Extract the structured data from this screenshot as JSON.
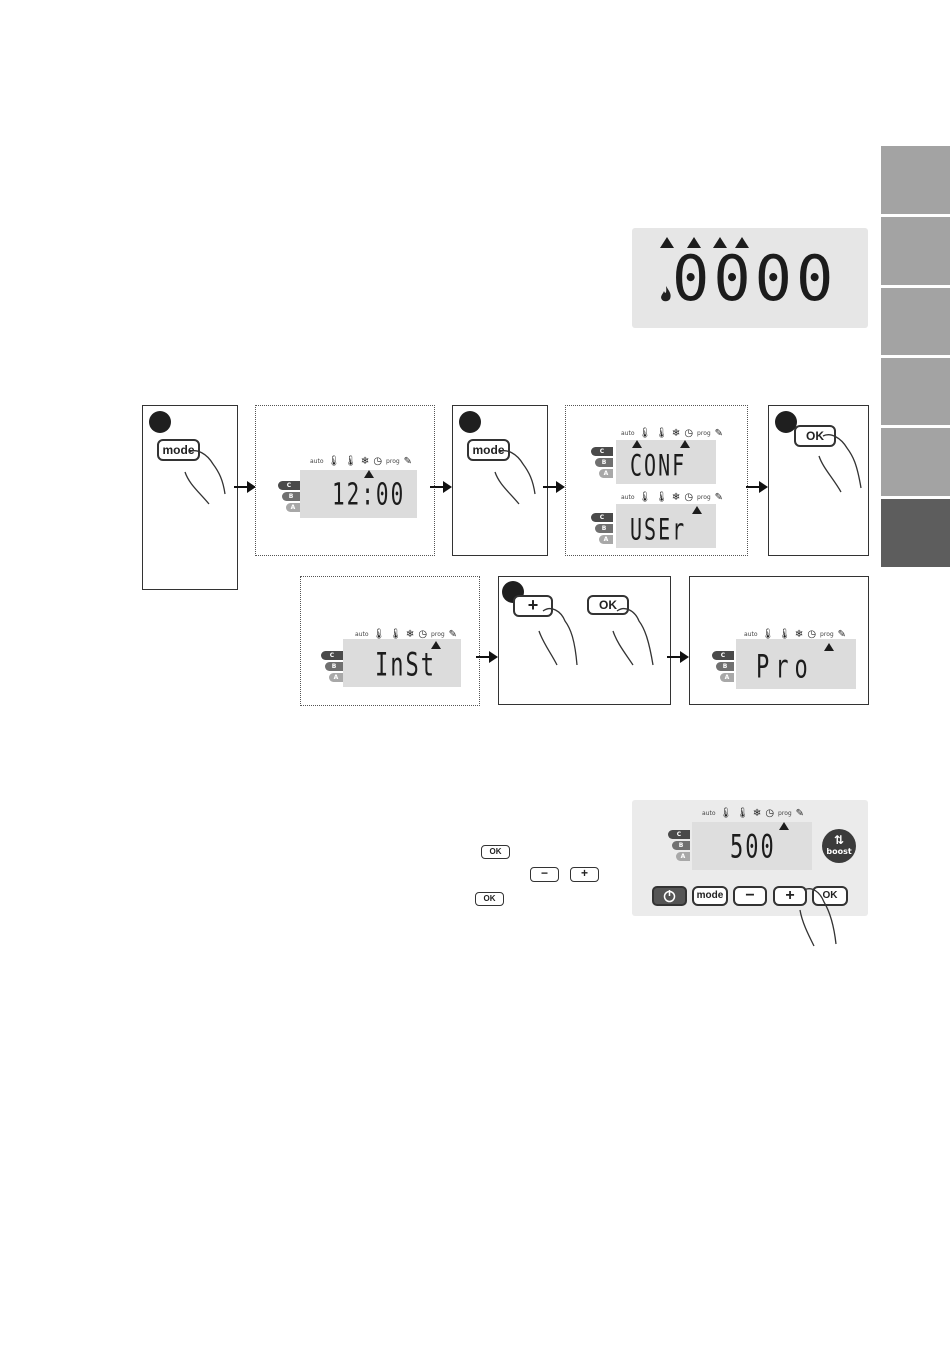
{
  "counter_display": {
    "digits": "0000"
  },
  "icon_row": {
    "auto": "auto",
    "prog": "prog",
    "icons": [
      "thermometer-low-icon",
      "thermometer-high-icon",
      "snowflake-icon",
      "clock-icon",
      "pen-icon"
    ]
  },
  "cba_labels": {
    "c": "C",
    "b": "B",
    "a": "A"
  },
  "steps": {
    "mode_label": "mode",
    "ok_label": "OK",
    "plus_label": "+",
    "clock_display": "12:00",
    "conf_display": "CONF",
    "user_display": "USEr",
    "inst_display": "InSt",
    "pro_display": "Pro"
  },
  "inline_keys": {
    "ok": "OK",
    "minus": "−",
    "plus": "+"
  },
  "control_panel": {
    "display": "500",
    "boost_label": "boost",
    "mode_label": "mode",
    "minus_label": "−",
    "plus_label": "+",
    "ok_label": "OK"
  }
}
